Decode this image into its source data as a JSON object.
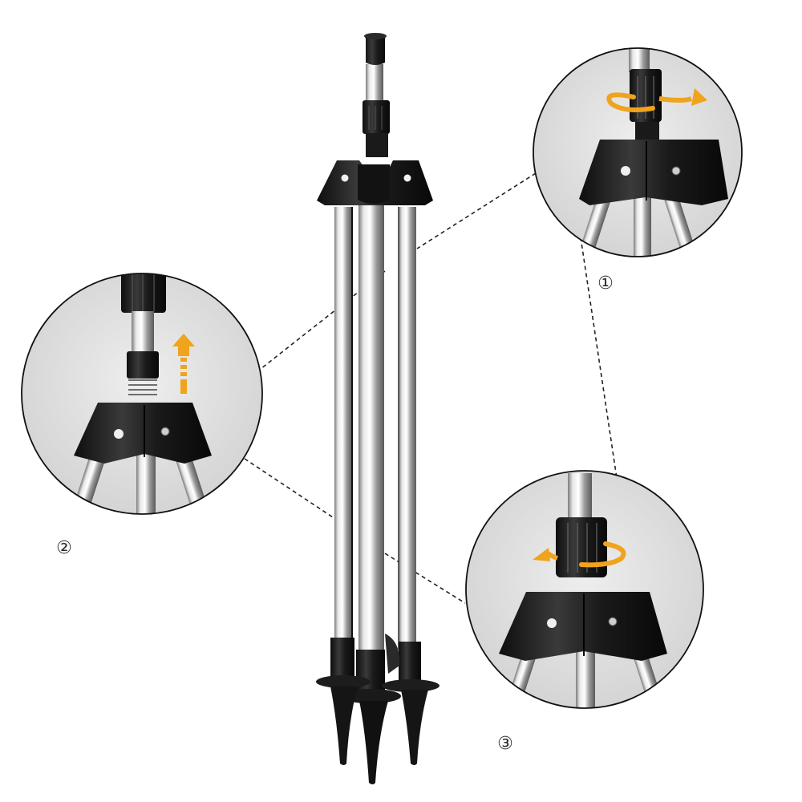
{
  "image": {
    "subject": "Telescopic tripod sprinkler stand with three detail callouts",
    "background_color": "#ffffff",
    "accent_arrow_color": "#f0a31c",
    "metal_color": "#c9c9c9",
    "plastic_color": "#1c1c1c",
    "callout_bg_color": "#e1e1e1"
  },
  "callouts": [
    {
      "id": "1",
      "label": "①",
      "description": "Turn locking collar clockwise",
      "arrow": "rotate-clockwise"
    },
    {
      "id": "2",
      "label": "②",
      "description": "Pull inner tube upward to extend",
      "arrow": "up"
    },
    {
      "id": "3",
      "label": "③",
      "description": "Turn locking collar counter-clockwise",
      "arrow": "rotate-counterclockwise"
    }
  ]
}
